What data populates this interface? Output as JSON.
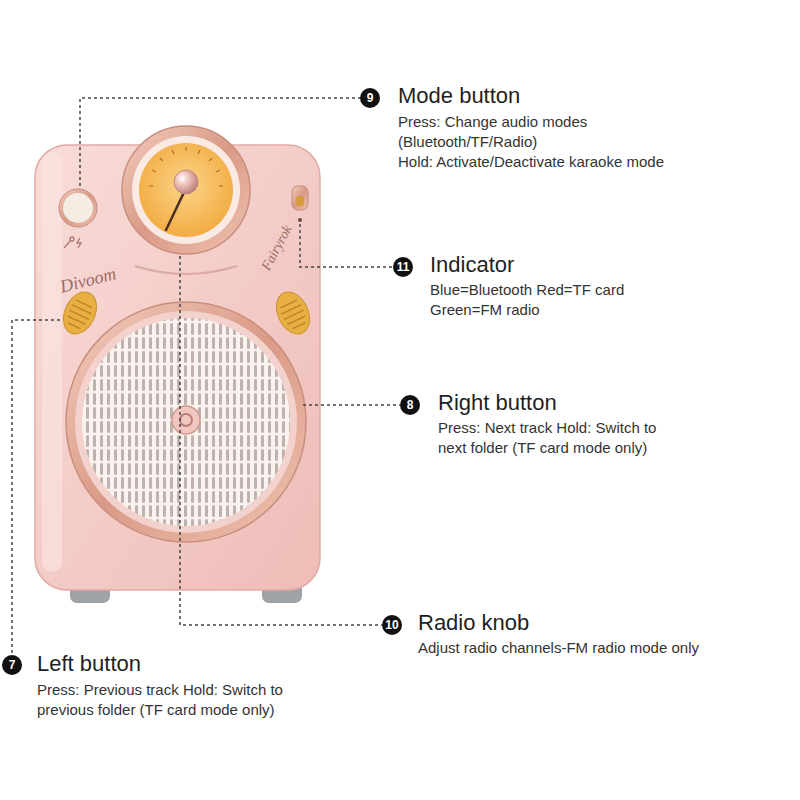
{
  "diagram": {
    "labels": [
      "9",
      "Mode button",
      "Press: Change audio modes (Bluetooth/TF/Radio)",
      "Hold: Activate/Deactivate karaoke mode",
      "Divoom",
      "Fairyrok",
      "11",
      "Indicator",
      "Blue=Bluetooth Red=TF card Green=FM radio",
      "8",
      "Right button",
      "Press: Next track Hold: Switch to next folder (TF card mode only)",
      "10",
      "Radio knob",
      "Adjust radio channels-FM radio mode only",
      "7",
      "Left button",
      "Press: Previous track Hold: Switch to previous folder (TF card mode only)"
    ]
  }
}
